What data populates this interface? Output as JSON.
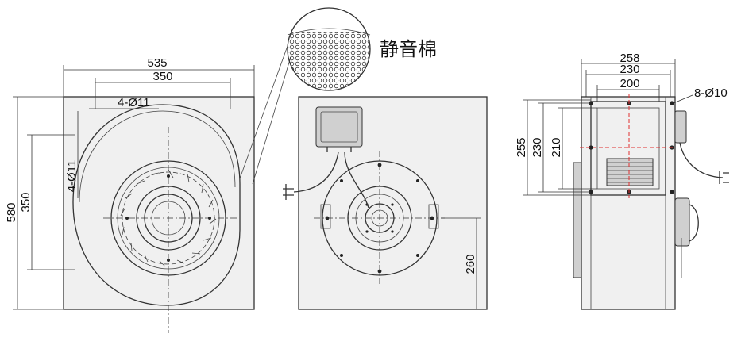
{
  "labels": {
    "insulation": "静音棉"
  },
  "front_view": {
    "width_overall": "535",
    "width_holes": "350",
    "top_holes": "4-Ø11",
    "side_holes": "4-Ø11",
    "height_overall": "580",
    "height_holes": "350"
  },
  "rear_view": {
    "center_height": "260"
  },
  "side_view": {
    "width_overall": "258",
    "width_mid": "230",
    "width_inner": "200",
    "flange_holes": "8-Ø10",
    "height_overall": "255",
    "height_mid": "230",
    "height_inner": "210"
  },
  "colors": {
    "line": "#333333",
    "centerline_red": "#e03030",
    "background": "#ffffff"
  }
}
